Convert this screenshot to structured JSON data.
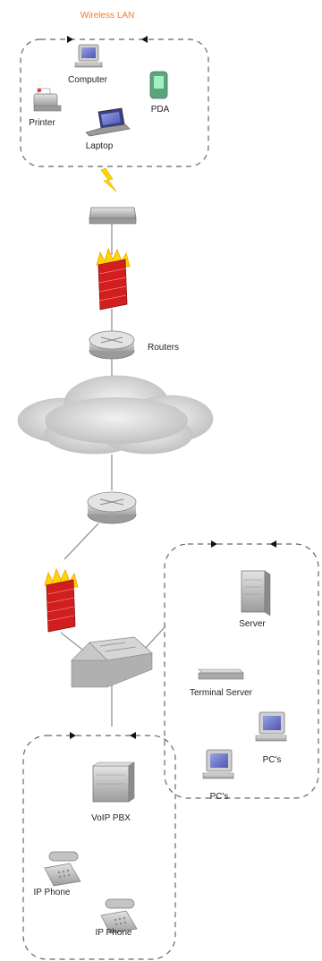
{
  "zones": {
    "wireless_lan_title": "Wireless LAN"
  },
  "labels": {
    "computer": "Computer",
    "pda": "PDA",
    "printer": "Printer",
    "laptop": "Laptop",
    "routers": "Routers",
    "server": "Server",
    "terminal_server": "Terminal Server",
    "pcs_1": "PC's",
    "pcs_2": "PC's",
    "voip_pbx": "VoIP PBX",
    "ip_phone_1": "IP Phone",
    "ip_phone_2": "IP Phone"
  },
  "colors": {
    "title_accent": "#f07d2a",
    "firewall_red": "#d21e1e",
    "flame_yellow": "#ffd400",
    "device_gray": "#b8b8b8",
    "screen_blue": "#6b73c9",
    "pda_green": "#6fbe8e",
    "dashed_border": "#666666"
  },
  "icons": [
    "computer-icon",
    "pda-icon",
    "printer-icon",
    "laptop-icon",
    "wireless-bolt-icon",
    "access-point-icon",
    "firewall-icon",
    "router-icon",
    "cloud-icon",
    "switch-icon",
    "server-icon",
    "terminal-server-icon",
    "pc-icon",
    "voip-pbx-icon",
    "ip-phone-icon"
  ]
}
